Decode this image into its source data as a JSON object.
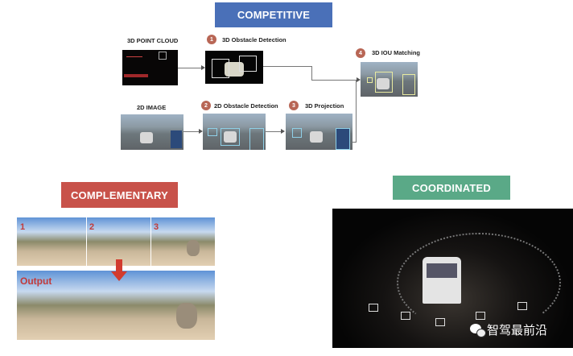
{
  "competitive": {
    "title": "COMPETITIVE",
    "color": "#4a70b8",
    "point_cloud_label": "3D POINT CLOUD",
    "image_label": "2D IMAGE",
    "steps": [
      {
        "num": "1",
        "label": "3D Obstacle Detection"
      },
      {
        "num": "2",
        "label": "2D Obstacle Detection"
      },
      {
        "num": "3",
        "label": "3D Projection"
      },
      {
        "num": "4",
        "label": "3D IOU Matching"
      }
    ]
  },
  "complementary": {
    "title": "COMPLEMENTARY",
    "color": "#c8524a",
    "inputs": [
      "1",
      "2",
      "3"
    ],
    "output_label": "Output"
  },
  "coordinated": {
    "title": "COORDINATED",
    "color": "#5aa987"
  },
  "watermark": "智驾最前沿"
}
